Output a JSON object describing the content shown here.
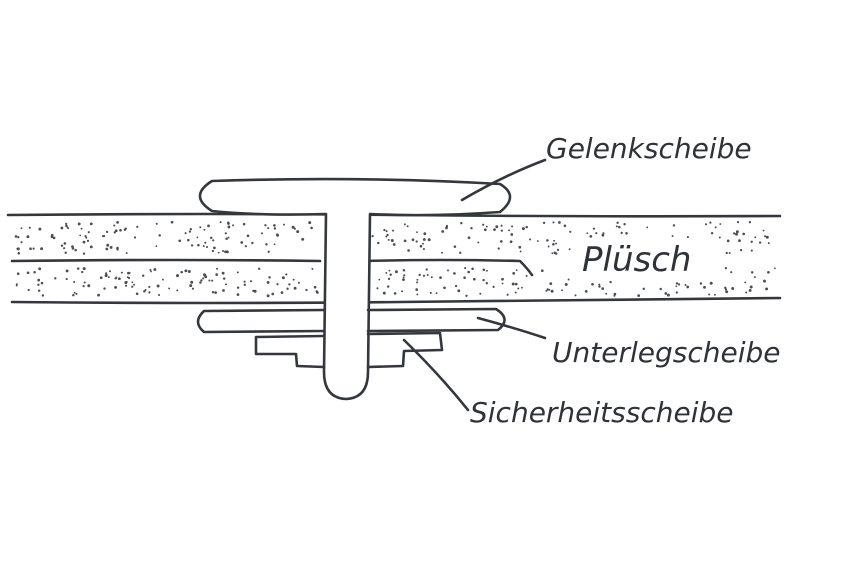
{
  "diagram": {
    "labels": {
      "joint_disc": "Gelenkscheibe",
      "plush": "Plüsch",
      "washer": "Unterlegscheibe",
      "lock_washer": "Sicherheitsscheibe"
    }
  }
}
